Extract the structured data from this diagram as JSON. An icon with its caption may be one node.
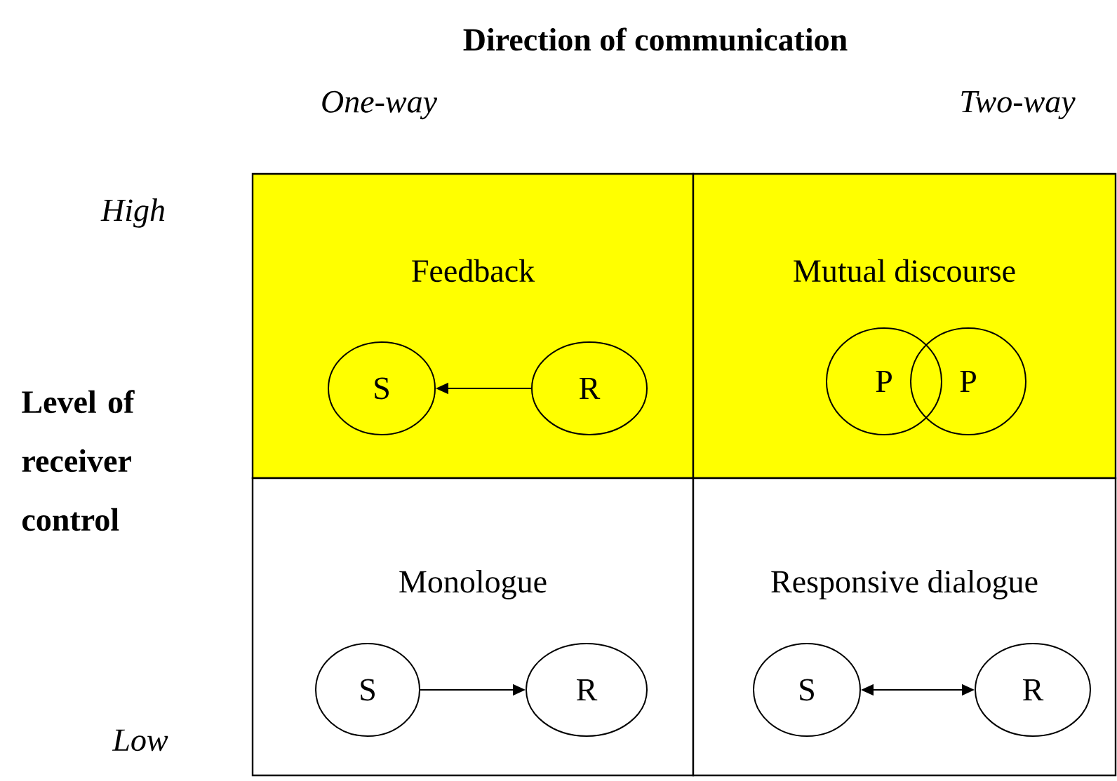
{
  "diagram": {
    "title": "Direction of communication",
    "nodes": [
      {
        "text": [
          "Feedback"
        ]
      },
      {
        "text": [
          "Mutual discourse"
        ]
      },
      {
        "text": [
          "Monologue"
        ]
      },
      {
        "text": [
          "Responsive dialogue"
        ]
      },
      {
        "text": [
          "S"
        ],
        "in": 0
      },
      {
        "text": [
          "R"
        ],
        "in": 0
      },
      {
        "text": [
          "P"
        ],
        "in": 1
      },
      {
        "text": [
          "P"
        ],
        "in": 1
      },
      {
        "text": [
          "S"
        ],
        "in": 2
      },
      {
        "text": [
          "R"
        ],
        "in": 2
      },
      {
        "text": [
          "S"
        ],
        "in": 3
      },
      {
        "text": [
          "R"
        ],
        "in": 3
      }
    ],
    "edges": [
      {
        "from": 5,
        "to": 4,
        "arrow": "to"
      },
      {
        "from": 8,
        "to": 9,
        "arrow": "to"
      },
      {
        "from": 10,
        "to": 11,
        "arrow": "both"
      }
    ],
    "labels": [
      "One-way",
      "Two-way",
      "High",
      "Level of receiver control",
      "Low"
    ]
  }
}
